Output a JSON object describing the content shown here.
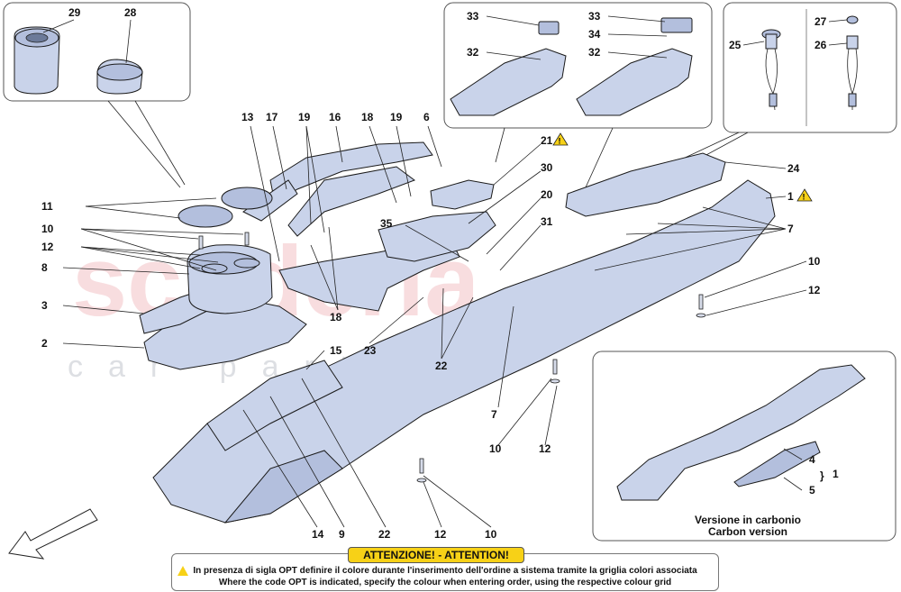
{
  "watermark": {
    "brand": "scuderia",
    "sub": "car parts"
  },
  "labels": {
    "l29": "29",
    "l28": "28",
    "l33a": "33",
    "l32a": "32",
    "l33b": "33",
    "l34": "34",
    "l32b": "32",
    "l27": "27",
    "l25": "25",
    "l26": "26",
    "l13": "13",
    "l17": "17",
    "l19a": "19",
    "l16": "16",
    "l18a": "18",
    "l19b": "19",
    "l6": "6",
    "l21": "21",
    "l30": "30",
    "l20": "20",
    "l31": "31",
    "l35": "35",
    "l24": "24",
    "l1": "1",
    "l7a": "7",
    "l11": "11",
    "l10a": "10",
    "l12a": "12",
    "l8": "8",
    "l3": "3",
    "l2": "2",
    "l18b": "18",
    "l15": "15",
    "l23": "23",
    "l22a": "22",
    "l10b": "10",
    "l12b": "12",
    "l7b": "7",
    "l10c": "10",
    "l12c": "12",
    "l12d": "12",
    "l10d": "10",
    "l14": "14",
    "l9": "9",
    "l22b": "22",
    "l4": "4",
    "l5": "5",
    "l1b": "1"
  },
  "carbon_caption": {
    "line1": "Versione in carbonio",
    "line2": "Carbon version"
  },
  "attention": {
    "title": "ATTENZIONE! - ATTENTION!",
    "it": "In presenza di sigla OPT definire il colore durante l'inserimento dell'ordine a sistema tramite la griglia colori associata",
    "en": "Where the code OPT is indicated, specify the colour when entering order, using the respective colour grid"
  },
  "colors": {
    "part": "#c9d3ea",
    "warning": "#f7d117",
    "watermark": "#f3c2c6"
  }
}
